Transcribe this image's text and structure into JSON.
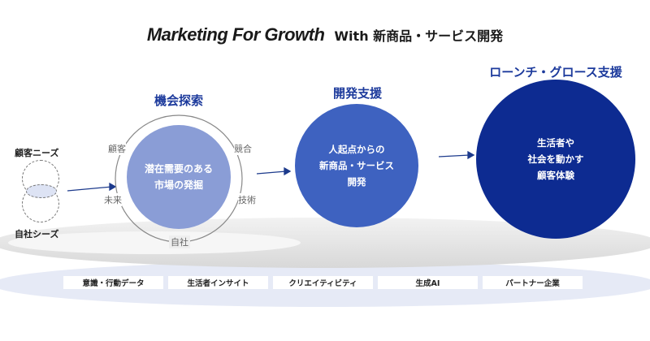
{
  "title": {
    "en": "Marketing For Growth",
    "jp": "With 新商品・サービス開発"
  },
  "left": {
    "top_label": "顧客ニーズ",
    "bottom_label": "自社シーズ"
  },
  "stage1": {
    "heading": "機会探索",
    "body": "潜在需要のある\n市場の発掘",
    "ring": {
      "top_left": "顧客",
      "top_right": "競合",
      "bottom_left": "未来",
      "bottom_right": "技術",
      "bottom": "自社"
    }
  },
  "stage2": {
    "heading": "開発支援",
    "body": "人起点からの\n新商品・サービス\n開発"
  },
  "stage3": {
    "heading": "ローンチ・グロース支援",
    "body": "生活者や\n社会を動かす\n顧客体験"
  },
  "foundations": [
    "意識・行動データ",
    "生活者インサイト",
    "クリエイティビティ",
    "生成AI",
    "パートナー企業"
  ],
  "colors": {
    "stage1": "#8a9dd6",
    "stage2": "#3e62c0",
    "stage3": "#0d2b91",
    "heading": "#1c3a9c"
  }
}
